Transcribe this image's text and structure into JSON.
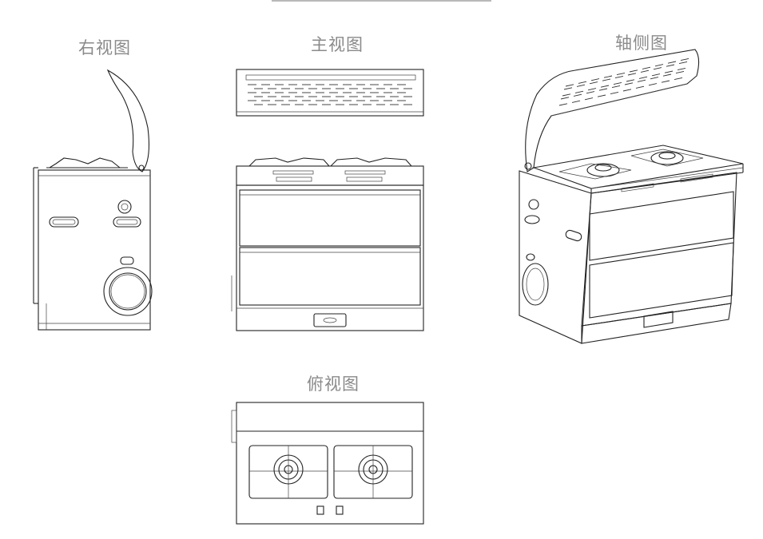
{
  "titles": {
    "right_view": "右视图",
    "front_view": "主视图",
    "iso_view": "轴侧图",
    "top_view": "俯视图"
  },
  "colors": {
    "line": "#222222",
    "title": "#8a8a8a",
    "background": "#ffffff"
  }
}
